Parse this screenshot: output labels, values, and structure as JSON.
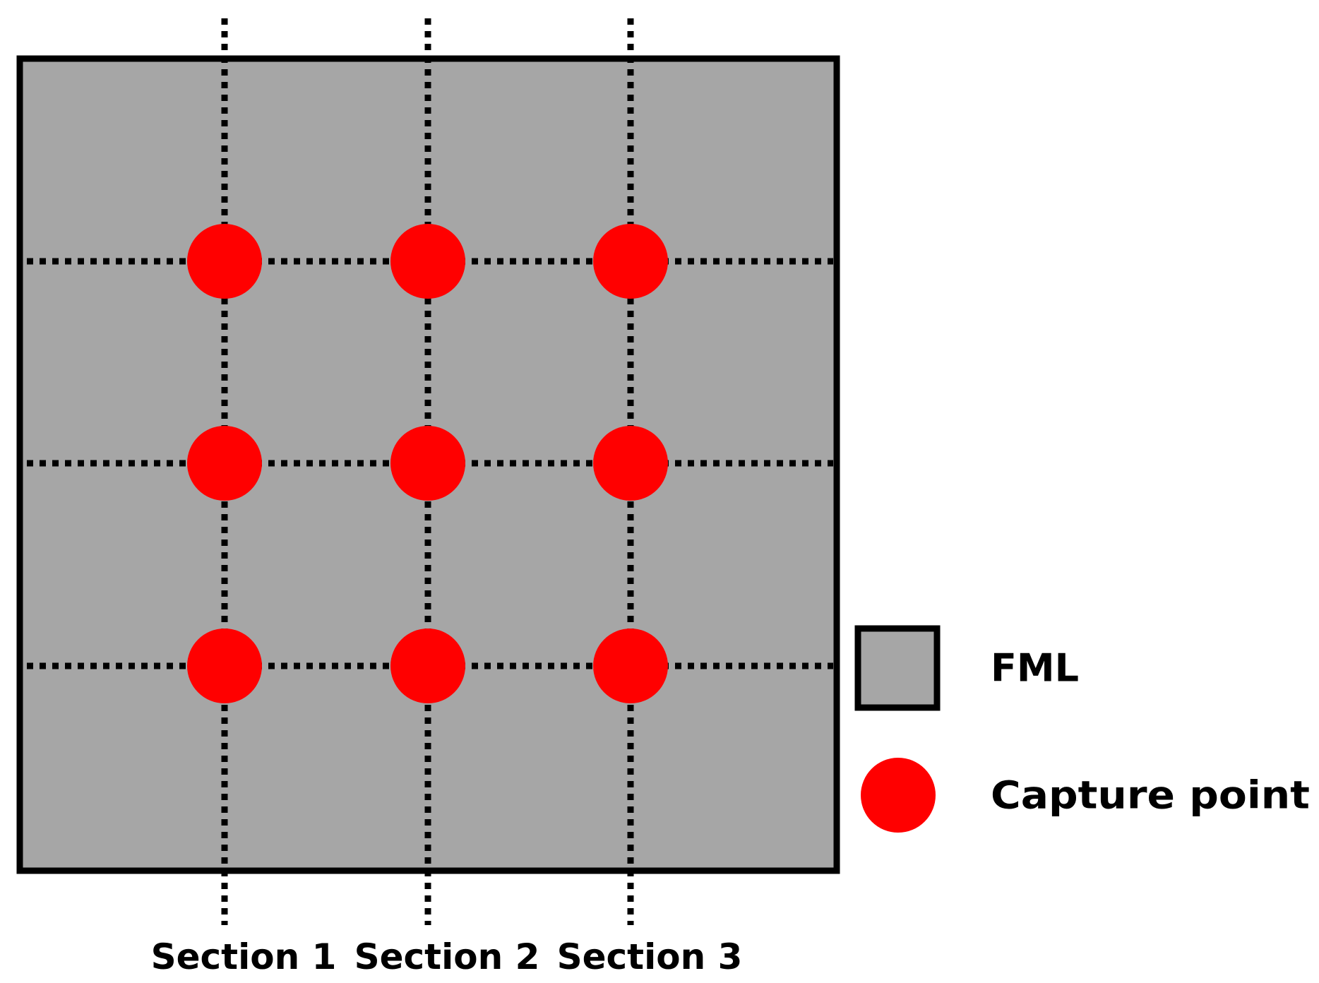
{
  "colors": {
    "fml_fill": "#a6a6a6",
    "outline": "#000000",
    "capture_point": "#ff0000",
    "background": "#ffffff"
  },
  "sections": [
    {
      "label": "Section 1"
    },
    {
      "label": "Section 2"
    },
    {
      "label": "Section 3"
    }
  ],
  "capture_grid": {
    "rows": 3,
    "columns": 3
  },
  "legend": {
    "fml_label": "FML",
    "capture_point_label": "Capture point"
  }
}
